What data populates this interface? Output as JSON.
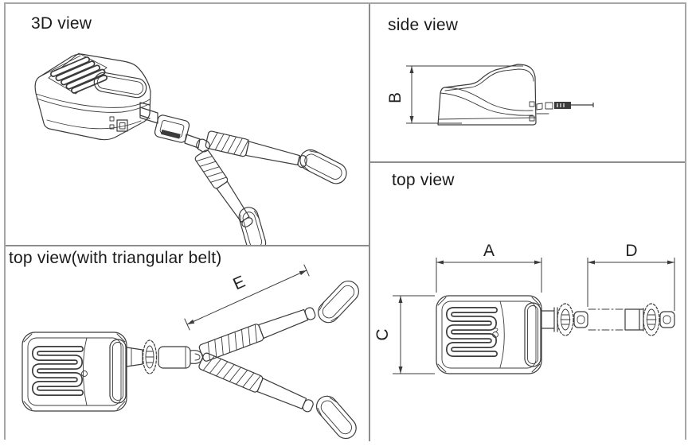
{
  "sheet": {
    "colors": {
      "line": "#3c3c3c",
      "outer_border": "#a6a6a6",
      "divider": "#8d8d8d",
      "text": "#1b1b1b",
      "background": "#ffffff"
    }
  },
  "panels": {
    "view_3d": {
      "title": "3D view"
    },
    "side_view": {
      "title": "side view",
      "dim_b": "B"
    },
    "top_view": {
      "title": "top view",
      "dim_a": "A",
      "dim_c": "C",
      "dim_d": "D"
    },
    "top_view_belt": {
      "title": "top view(with triangular belt)",
      "dim_e": "E"
    }
  }
}
